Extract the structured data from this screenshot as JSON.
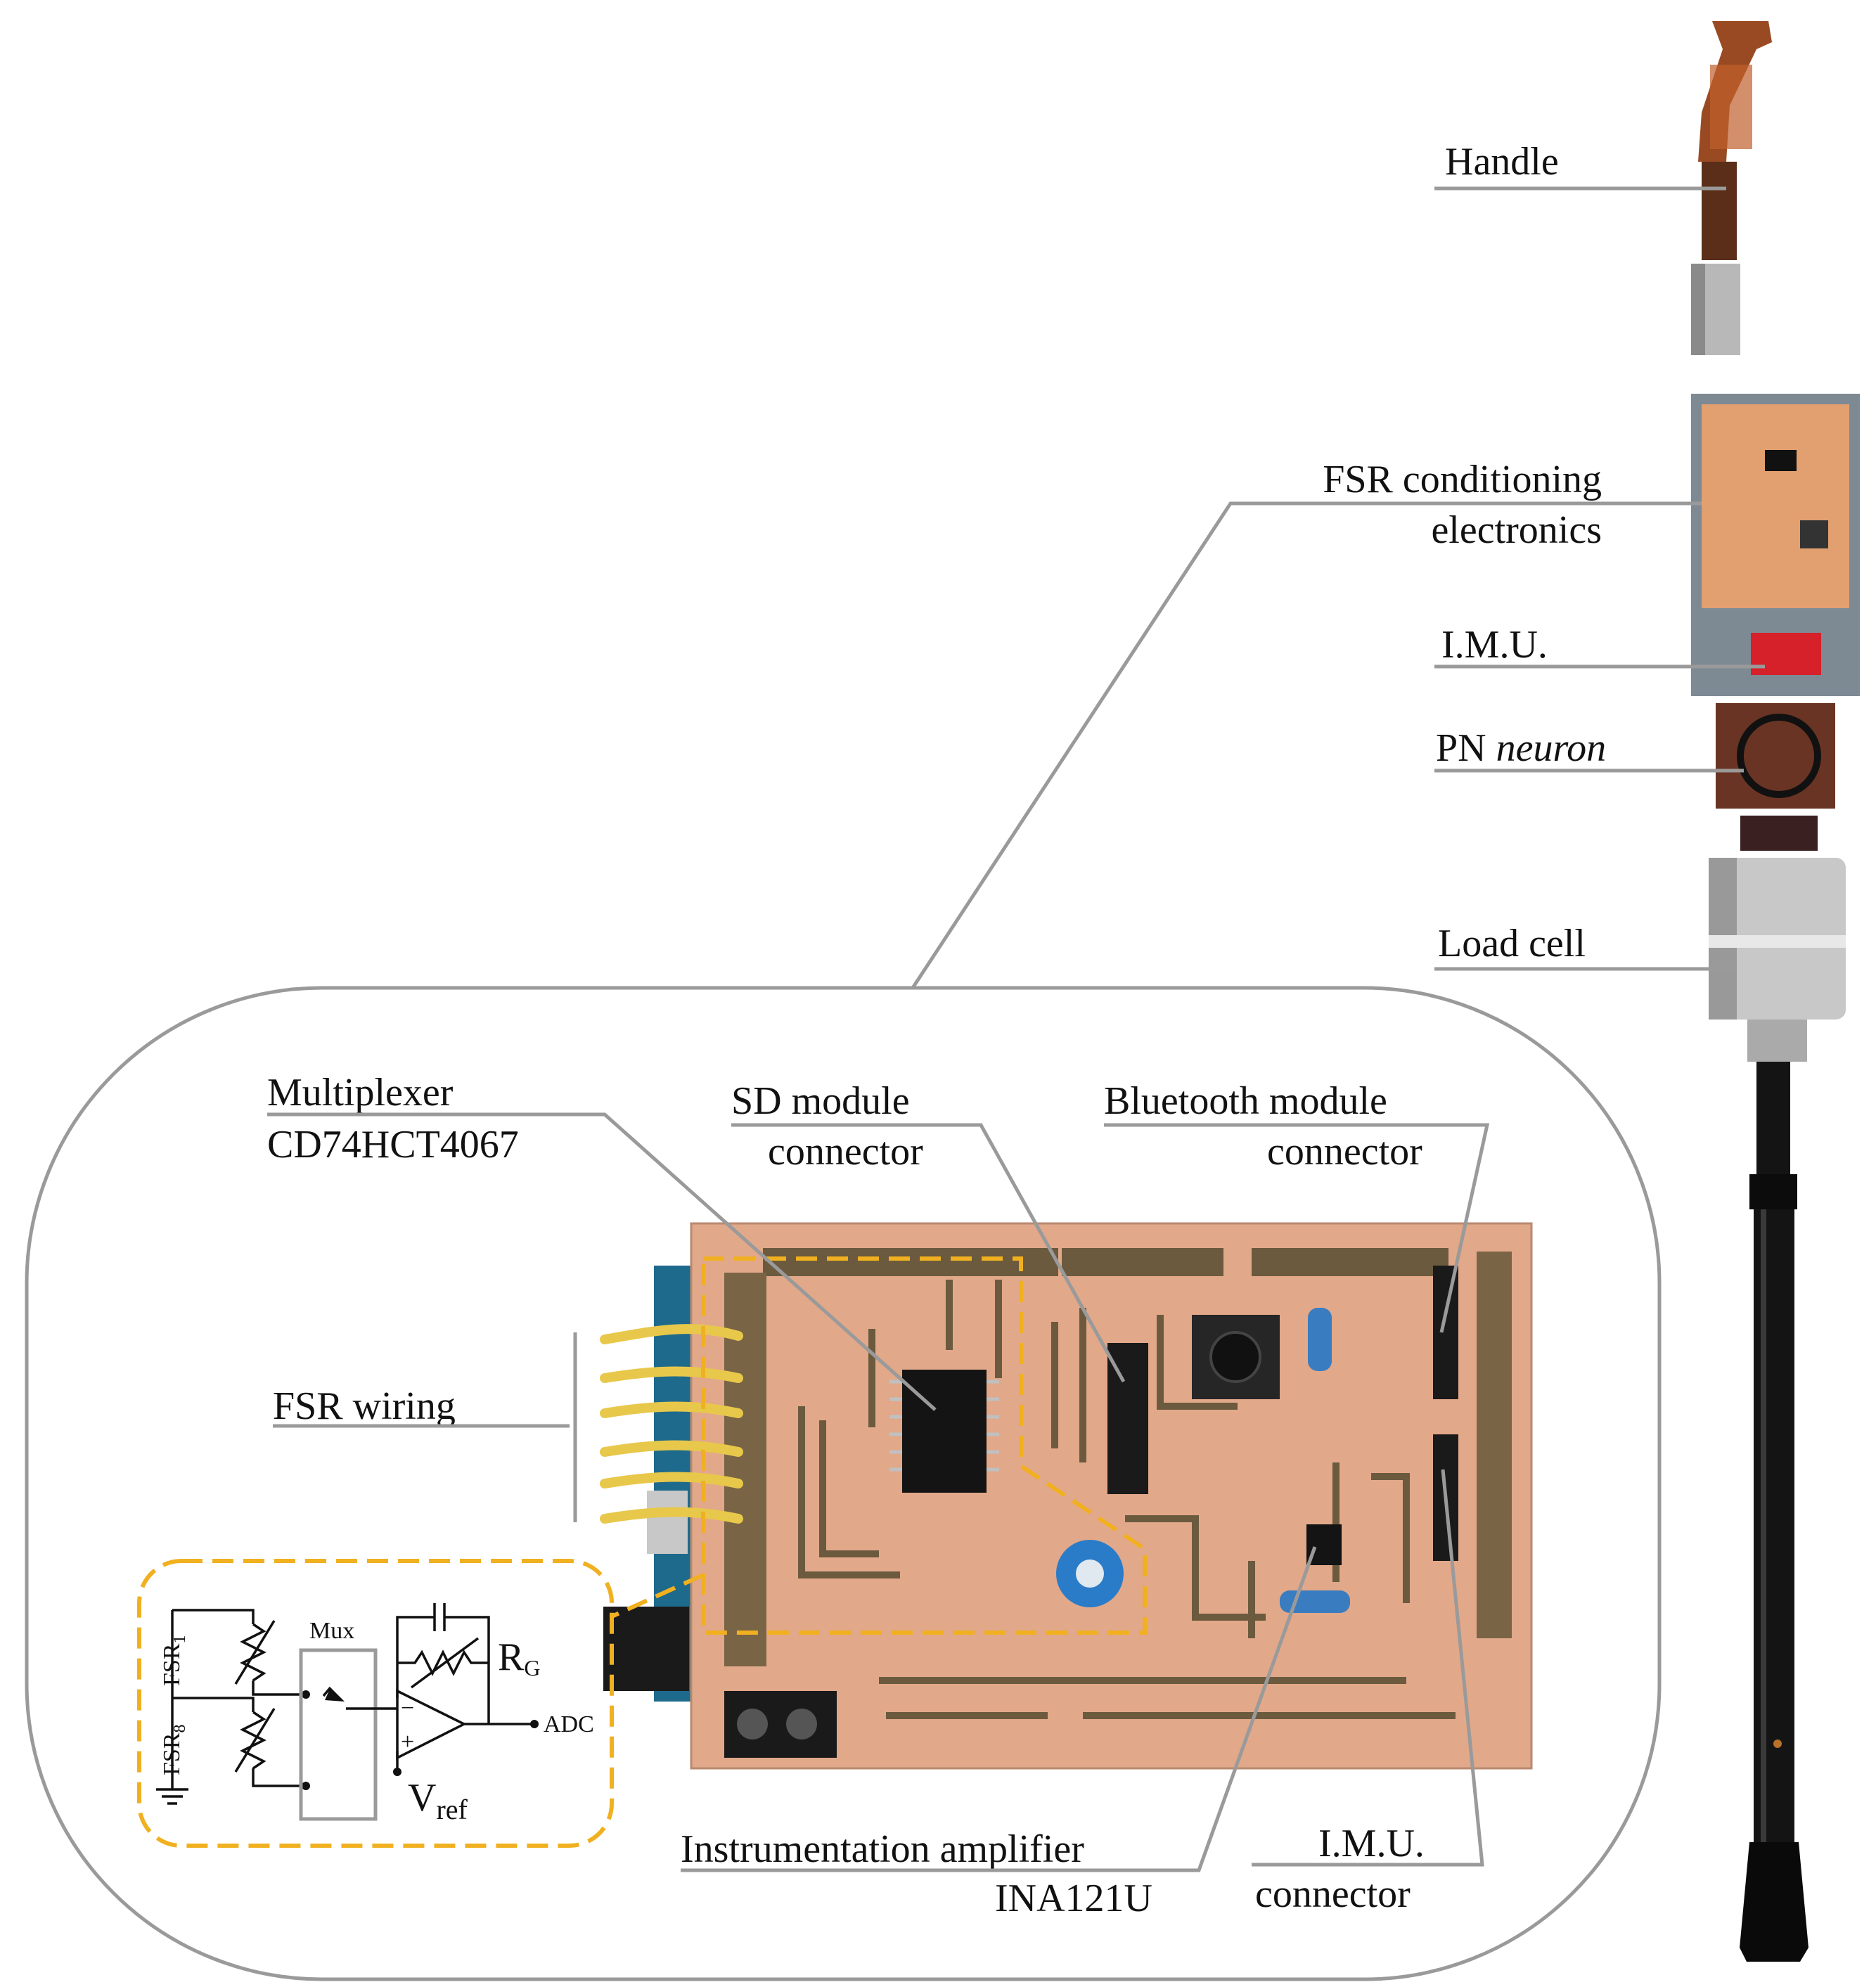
{
  "labels": {
    "handle": "Handle",
    "fsr_cond_1": "FSR conditioning",
    "fsr_cond_2": "electronics",
    "imu": "I.M.U.",
    "pn_1": "PN ",
    "pn_2": "neuron",
    "load_cell": "Load cell",
    "mux_1": "Multiplexer",
    "mux_2": "CD74HCT4067",
    "sd_1": "SD module",
    "sd_2": "connector",
    "bt_1": "Bluetooth module",
    "bt_2": "connector",
    "fsr_wiring": "FSR wiring",
    "inamp_1": "Instrumentation amplifier",
    "inamp_2": "INA121U",
    "imu_conn_1": "I.M.U.",
    "imu_conn_2": "connector"
  },
  "schematic": {
    "fsr1": "FSR",
    "fsr1_sub": "1",
    "fsr8": "FSR",
    "fsr8_sub": "8",
    "mux": "Mux",
    "rg": "R",
    "rg_sub": "G",
    "adc": "ADC",
    "vref": "V",
    "vref_sub": "ref",
    "minus": "−",
    "plus": "+"
  },
  "colors": {
    "leader": "#9a9a9a",
    "highlight": "#f0b020",
    "pcb": "#e2a88a",
    "trace": "#6b5a3e",
    "wire": "#e8c84a",
    "cane": "#141414",
    "handle": "#9a4a22"
  }
}
